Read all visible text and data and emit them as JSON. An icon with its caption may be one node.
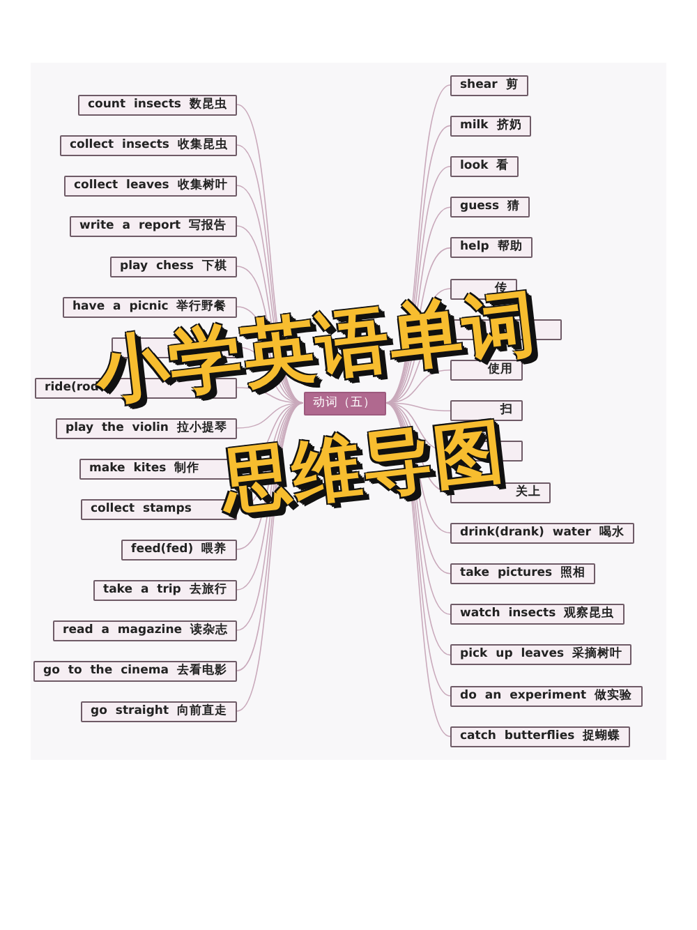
{
  "diagram": {
    "nodes": [
      {
        "text": [
          "动词（五）"
        ]
      },
      {
        "text": [
          "count insects 数昆虫"
        ]
      },
      {
        "text": [
          "collect insects 收集昆虫"
        ]
      },
      {
        "text": [
          "collect leaves 收集树叶"
        ]
      },
      {
        "text": [
          "write a report 写报告"
        ]
      },
      {
        "text": [
          "play chess 下棋"
        ]
      },
      {
        "text": [
          "have a picnic 举行野餐"
        ]
      },
      {
        "text": [],
        "shape": "box"
      },
      {
        "text": [
          "ride(rod"
        ]
      },
      {
        "text": [
          "play the violin 拉小提琴"
        ]
      },
      {
        "text": [
          "make kites 制作"
        ]
      },
      {
        "text": [
          "collect stamps"
        ]
      },
      {
        "text": [
          "feed(fed) 喂养"
        ]
      },
      {
        "text": [
          "take a trip 去旅行"
        ]
      },
      {
        "text": [
          "read a magazine 读杂志"
        ]
      },
      {
        "text": [
          "go to the cinema 去看电影"
        ]
      },
      {
        "text": [
          "go straight 向前直走"
        ]
      },
      {
        "text": [
          "shear 剪"
        ]
      },
      {
        "text": [
          "milk 挤奶"
        ]
      },
      {
        "text": [
          "look 看"
        ]
      },
      {
        "text": [
          "guess 猜"
        ]
      },
      {
        "text": [
          "help 帮助"
        ]
      },
      {
        "text": [
          "传"
        ]
      },
      {
        "text": [],
        "shape": "box"
      },
      {
        "text": [
          "使用"
        ]
      },
      {
        "text": [
          "扫"
        ]
      },
      {
        "text": [],
        "shape": "box"
      },
      {
        "text": [
          "关上"
        ]
      },
      {
        "text": [
          "drink(drank) water 喝水"
        ]
      },
      {
        "text": [
          "take pictures 照相"
        ]
      },
      {
        "text": [
          "watch insects 观察昆虫"
        ]
      },
      {
        "text": [
          "pick up leaves 采摘树叶"
        ]
      },
      {
        "text": [
          "do an experiment 做实验"
        ]
      },
      {
        "text": [
          "catch butterflies 捉蝴蝶"
        ]
      }
    ],
    "edges": [
      {
        "from": 0,
        "to": 1,
        "arrow": "none"
      },
      {
        "from": 0,
        "to": 2,
        "arrow": "none"
      },
      {
        "from": 0,
        "to": 3,
        "arrow": "none"
      },
      {
        "from": 0,
        "to": 4,
        "arrow": "none"
      },
      {
        "from": 0,
        "to": 5,
        "arrow": "none"
      },
      {
        "from": 0,
        "to": 6,
        "arrow": "none"
      },
      {
        "from": 0,
        "to": 7,
        "arrow": "none"
      },
      {
        "from": 0,
        "to": 8,
        "arrow": "none"
      },
      {
        "from": 0,
        "to": 9,
        "arrow": "none"
      },
      {
        "from": 0,
        "to": 10,
        "arrow": "none"
      },
      {
        "from": 0,
        "to": 11,
        "arrow": "none"
      },
      {
        "from": 0,
        "to": 12,
        "arrow": "none"
      },
      {
        "from": 0,
        "to": 13,
        "arrow": "none"
      },
      {
        "from": 0,
        "to": 14,
        "arrow": "none"
      },
      {
        "from": 0,
        "to": 15,
        "arrow": "none"
      },
      {
        "from": 0,
        "to": 16,
        "arrow": "none"
      },
      {
        "from": 0,
        "to": 17,
        "arrow": "none"
      },
      {
        "from": 0,
        "to": 18,
        "arrow": "none"
      },
      {
        "from": 0,
        "to": 19,
        "arrow": "none"
      },
      {
        "from": 0,
        "to": 20,
        "arrow": "none"
      },
      {
        "from": 0,
        "to": 21,
        "arrow": "none"
      },
      {
        "from": 0,
        "to": 22,
        "arrow": "none"
      },
      {
        "from": 0,
        "to": 23,
        "arrow": "none"
      },
      {
        "from": 0,
        "to": 24,
        "arrow": "none"
      },
      {
        "from": 0,
        "to": 25,
        "arrow": "none"
      },
      {
        "from": 0,
        "to": 26,
        "arrow": "none"
      },
      {
        "from": 0,
        "to": 27,
        "arrow": "none"
      },
      {
        "from": 0,
        "to": 28,
        "arrow": "none"
      },
      {
        "from": 0,
        "to": 29,
        "arrow": "none"
      },
      {
        "from": 0,
        "to": 30,
        "arrow": "none"
      },
      {
        "from": 0,
        "to": 31,
        "arrow": "none"
      },
      {
        "from": 0,
        "to": 32,
        "arrow": "none"
      },
      {
        "from": 0,
        "to": 33,
        "arrow": "none"
      }
    ],
    "labels": [
      "小学英语单词",
      "思维导图"
    ]
  }
}
